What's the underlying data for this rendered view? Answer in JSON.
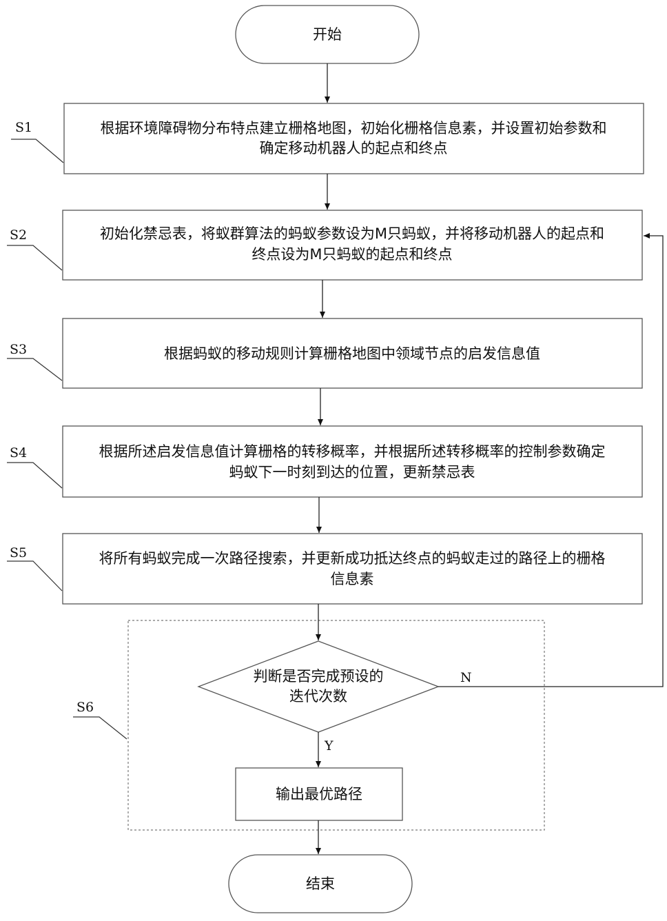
{
  "nodes": {
    "start": "开始",
    "s1": [
      "根据环境障碍物分布特点建立栅格地图，初始化栅格信息素，并设置初始参数和",
      "确定移动机器人的起点和终点"
    ],
    "s2": [
      "初始化禁忌表，将蚁群算法的蚂蚁参数设为M只蚂蚁，并将移动机器人的起点和",
      "终点设为M只蚂蚁的起点和终点"
    ],
    "s3": [
      "根据蚂蚁的移动规则计算栅格地图中领域节点的启发信息值"
    ],
    "s4": [
      "根据所述启发信息值计算栅格的转移概率，并根据所述转移概率的控制参数确定",
      "蚂蚁下一时刻到达的位置，更新禁忌表"
    ],
    "s5": [
      "将所有蚂蚁完成一次路径搜索，并更新成功抵达终点的蚂蚁走过的路径上的栅格",
      "信息素"
    ],
    "decision": [
      "判断是否完成预设的",
      "迭代次数"
    ],
    "output": "输出最优路径",
    "end": "结束"
  },
  "step_labels": {
    "s1": "S1",
    "s2": "S2",
    "s3": "S3",
    "s4": "S4",
    "s5": "S5",
    "s6": "S6"
  },
  "branches": {
    "no": "N",
    "yes": "Y"
  }
}
